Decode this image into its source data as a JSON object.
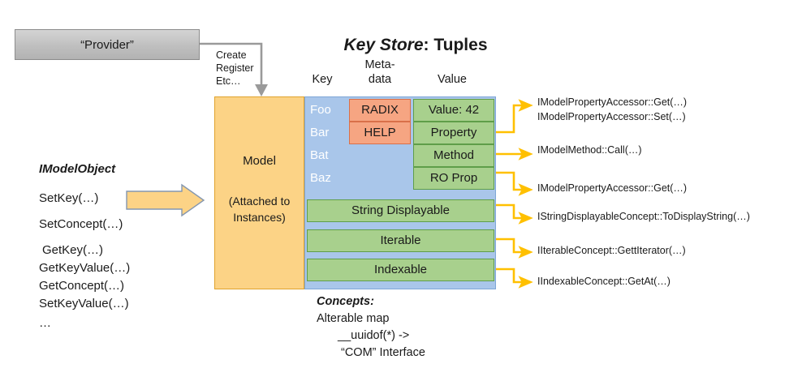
{
  "title": {
    "emphasis": "Key Store",
    "rest": ": Tuples"
  },
  "provider": {
    "label": "“Provider”"
  },
  "create_arrow": {
    "line1": "Create",
    "line2": "Register",
    "line3": "Etc…"
  },
  "columns": {
    "key": "Key",
    "metadata_line1": "Meta-",
    "metadata_line2": "data",
    "value": "Value"
  },
  "model": {
    "label": "Model",
    "sub_line1": "(Attached to",
    "sub_line2": "Instances)"
  },
  "keys": [
    "Foo",
    "Bar",
    "Bat",
    "Baz"
  ],
  "metadata": [
    "RADIX",
    "HELP"
  ],
  "values": [
    "Value: 42",
    "Property",
    "Method",
    "RO Prop"
  ],
  "concept_rows": [
    "String Displayable",
    "Iterable",
    "Indexable"
  ],
  "concepts": {
    "title": "Concepts:",
    "line1": "Alterable map",
    "line2": "__uuidof(*) ->",
    "line3": "“COM” Interface"
  },
  "imodelobject": {
    "title": "IModelObject",
    "items": [
      "SetKey(…)",
      "SetConcept(…)",
      "GetKey(…)",
      "GetKeyValue(…)",
      "GetConcept(…)",
      "SetKeyValue(…)",
      "…"
    ]
  },
  "annotations": [
    "IModelPropertyAccessor::Get(…)",
    "IModelPropertyAccessor::Set(…)",
    "IModelMethod::Call(…)",
    "IModelPropertyAccessor::Get(…)",
    "IStringDisplayableConcept::ToDisplayString(…)",
    "IIterableConcept::GettIterator(…)",
    "IIndexableConcept::GetAt(…)"
  ],
  "colors": {
    "orange_fill": "#fcd386",
    "orange_border": "#e0a32e",
    "blue_fill": "#a9c6ea",
    "blue_border": "#7ea6d6",
    "green_fill": "#a8d08d",
    "green_border": "#5f9e49",
    "salmon_fill": "#f6a582",
    "salmon_border": "#d9704a",
    "gray_fill": "#bfbfbf",
    "gray_border": "#8c8c8c",
    "connector_yellow": "#ffc000",
    "connector_gray": "#808080"
  }
}
